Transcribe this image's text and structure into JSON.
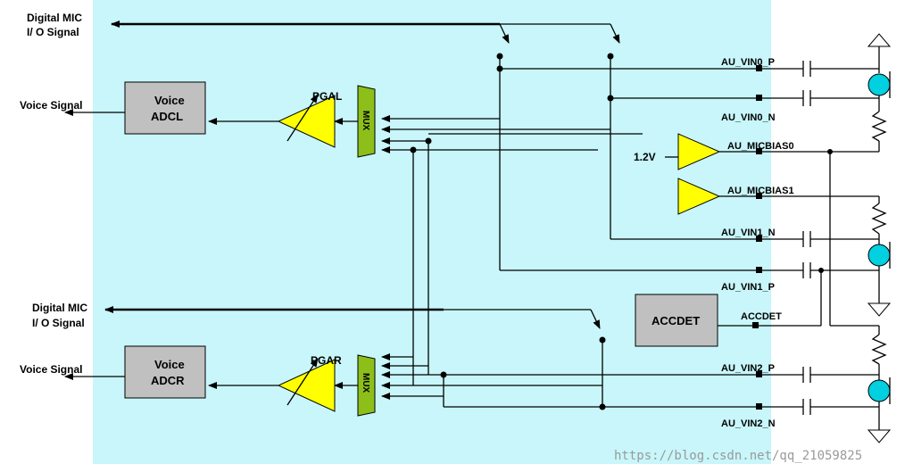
{
  "labels": {
    "digital_mic_top_1": "Digital MIC",
    "digital_mic_top_2": "I/ O Signal",
    "digital_mic_bottom_1": "Digital MIC",
    "digital_mic_bottom_2": "I/ O Signal",
    "voice_signal_top": "Voice Signal",
    "voice_signal_bottom": "Voice Signal",
    "voice_adcl_1": "Voice",
    "voice_adcl_2": "ADCL",
    "voice_adcr_1": "Voice",
    "voice_adcr_2": "ADCR",
    "pgal": "PGAL",
    "pgar": "PGAR",
    "mux_top": "MUX",
    "mux_bottom": "MUX",
    "vin0_p": "AU_VIN0_P",
    "vin0_n": "AU_VIN0_N",
    "micbias0": "AU_MICBIAS0",
    "micbias1": "AU_MICBIAS1",
    "v12": "1.2V",
    "vin1_n": "AU_VIN1_N",
    "vin1_p": "AU_VIN1_P",
    "accdet_block": "ACCDET",
    "accdet_pin": "ACCDET",
    "vin2_p": "AU_VIN2_P",
    "vin2_n": "AU_VIN2_N",
    "watermark": "https://blog.csdn.net/qq_21059825"
  },
  "colors": {
    "background": "#c8f6fa",
    "amplifier": "#ffff00",
    "mux": "#8cbf1a",
    "block": "#c0c0c0",
    "microphone": "#00d0e0"
  }
}
